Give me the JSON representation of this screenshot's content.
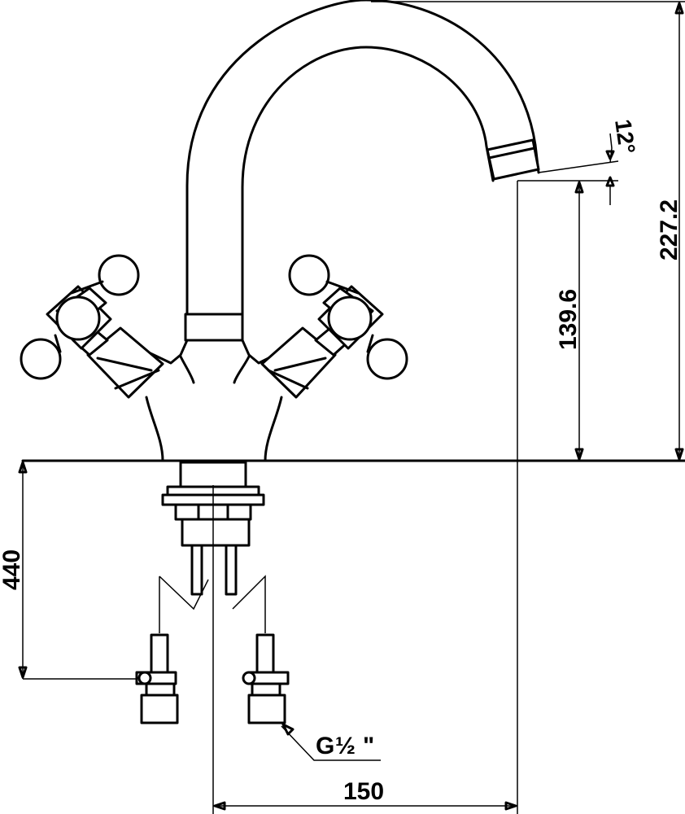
{
  "dimensions": {
    "spout_height": "139.6",
    "total_height": "227.2",
    "pipe_length": "440",
    "reach": "150",
    "spout_angle": "12°"
  },
  "connection_thread": {
    "prefix": "G",
    "fraction": "½",
    "suffix": "\""
  }
}
